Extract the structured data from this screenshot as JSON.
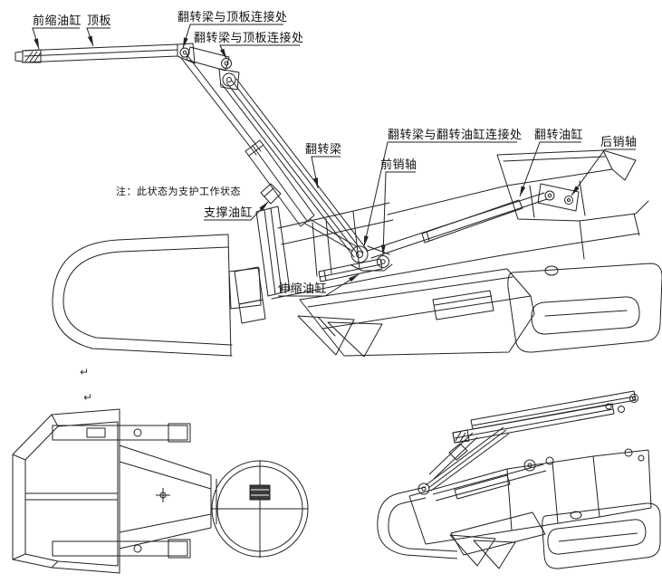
{
  "drawing": {
    "type": "engineering-cad-diagram",
    "subject": "roadheader temporary support mechanism, working state with three views"
  },
  "colors": {
    "line": "#222222",
    "background": "#ffffff",
    "dark_component": "#3a3a3a"
  },
  "labels": [
    {
      "id": "front-retraction-cylinder",
      "text": "前缩油缸"
    },
    {
      "id": "top-plate",
      "text": "顶板"
    },
    {
      "id": "flip-beam-top-plate-joint-1",
      "text": "翻转梁与顶板连接处"
    },
    {
      "id": "flip-beam-top-plate-joint-2",
      "text": "翻转梁与顶板连接处"
    },
    {
      "id": "flip-beam-flip-cylinder-joint",
      "text": "翻转梁与翻转油缸连接处"
    },
    {
      "id": "flip-cylinder",
      "text": "翻转油缸"
    },
    {
      "id": "rear-pin-shaft",
      "text": "后销轴"
    },
    {
      "id": "flip-beam",
      "text": "翻转梁"
    },
    {
      "id": "front-pin-shaft",
      "text": "前销轴"
    },
    {
      "id": "support-cylinder",
      "text": "支撑油缸"
    },
    {
      "id": "telescopic-cylinder",
      "text": "伸缩油缸"
    }
  ],
  "note": {
    "text": "注：此状态为支护工作状态"
  },
  "marks": {
    "return_mark": "↵"
  }
}
